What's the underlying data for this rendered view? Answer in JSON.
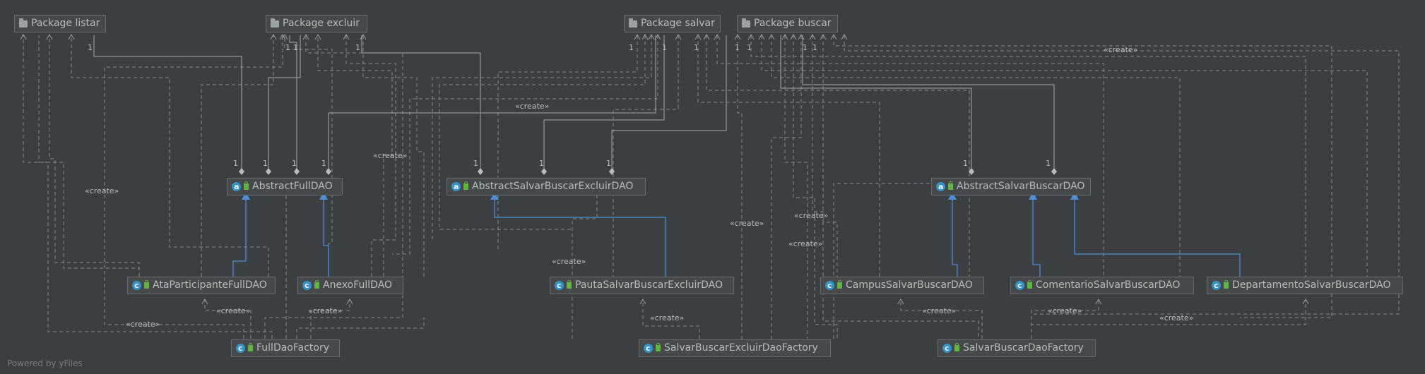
{
  "packages": {
    "listar": "Package listar",
    "excluir": "Package excluir",
    "salvar": "Package salvar",
    "buscar": "Package buscar"
  },
  "classes": {
    "abstract_full_dao": "AbstractFullDAO",
    "abstract_salvar_buscar_excluir_dao": "AbstractSalvarBuscarExcluirDAO",
    "abstract_salvar_buscar_dao": "AbstractSalvarBuscarDAO",
    "ata_participante_full_dao": "AtaParticipanteFullDAO",
    "anexo_full_dao": "AnexoFullDAO",
    "pauta_salvar_buscar_excluir_dao": "PautaSalvarBuscarExcluirDAO",
    "campus_salvar_buscar_dao": "CampusSalvarBuscarDAO",
    "comentario_salvar_buscar_dao": "ComentarioSalvarBuscarDAO",
    "departamento_salvar_buscar_dao": "DepartamentoSalvarBuscarDAO",
    "full_dao_factory": "FullDaoFactory",
    "salvar_buscar_excluir_dao_factory": "SalvarBuscarExcluirDaoFactory",
    "salvar_buscar_dao_factory": "SalvarBuscarDaoFactory"
  },
  "labels": {
    "create": "«create»",
    "one": "1"
  },
  "footer": "Powered by yFiles",
  "colors": {
    "background": "#3c3f41",
    "node_fill": "#45494a",
    "node_border": "#6b6b6b",
    "text": "#bbbbbb",
    "edge": "#9a9a9a",
    "inheritance": "#4f8ed8",
    "class_icon": "#3592c4",
    "visibility_icon": "#62b543"
  }
}
